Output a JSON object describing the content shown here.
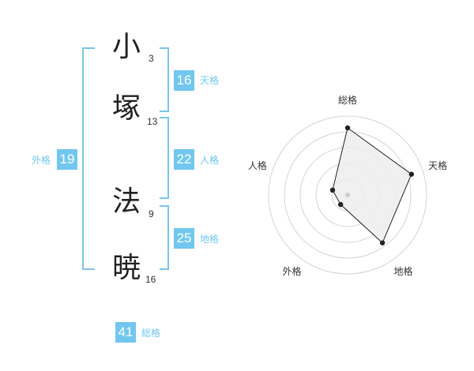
{
  "colors": {
    "accent": "#7cc5ea",
    "badge": "#71c7ef",
    "text": "#222222"
  },
  "name": {
    "chars": [
      {
        "char": "小",
        "strokes": "3"
      },
      {
        "char": "塚",
        "strokes": "13"
      },
      {
        "char": "法",
        "strokes": "9"
      },
      {
        "char": "暁",
        "strokes": "16"
      }
    ]
  },
  "fortune": {
    "tenkaku": {
      "value": "16",
      "label": "天格"
    },
    "jinkaku": {
      "value": "22",
      "label": "人格"
    },
    "chikaku": {
      "value": "25",
      "label": "地格"
    },
    "gaikaku": {
      "value": "19",
      "label": "外格"
    },
    "soukaku": {
      "value": "41",
      "label": "総格"
    }
  },
  "chart_data": {
    "type": "radar",
    "axes": [
      "総格",
      "天格",
      "地格",
      "外格",
      "人格"
    ],
    "values": [
      0.85,
      0.85,
      0.75,
      0.15,
      0.2
    ],
    "max": 1,
    "rings": 5
  }
}
